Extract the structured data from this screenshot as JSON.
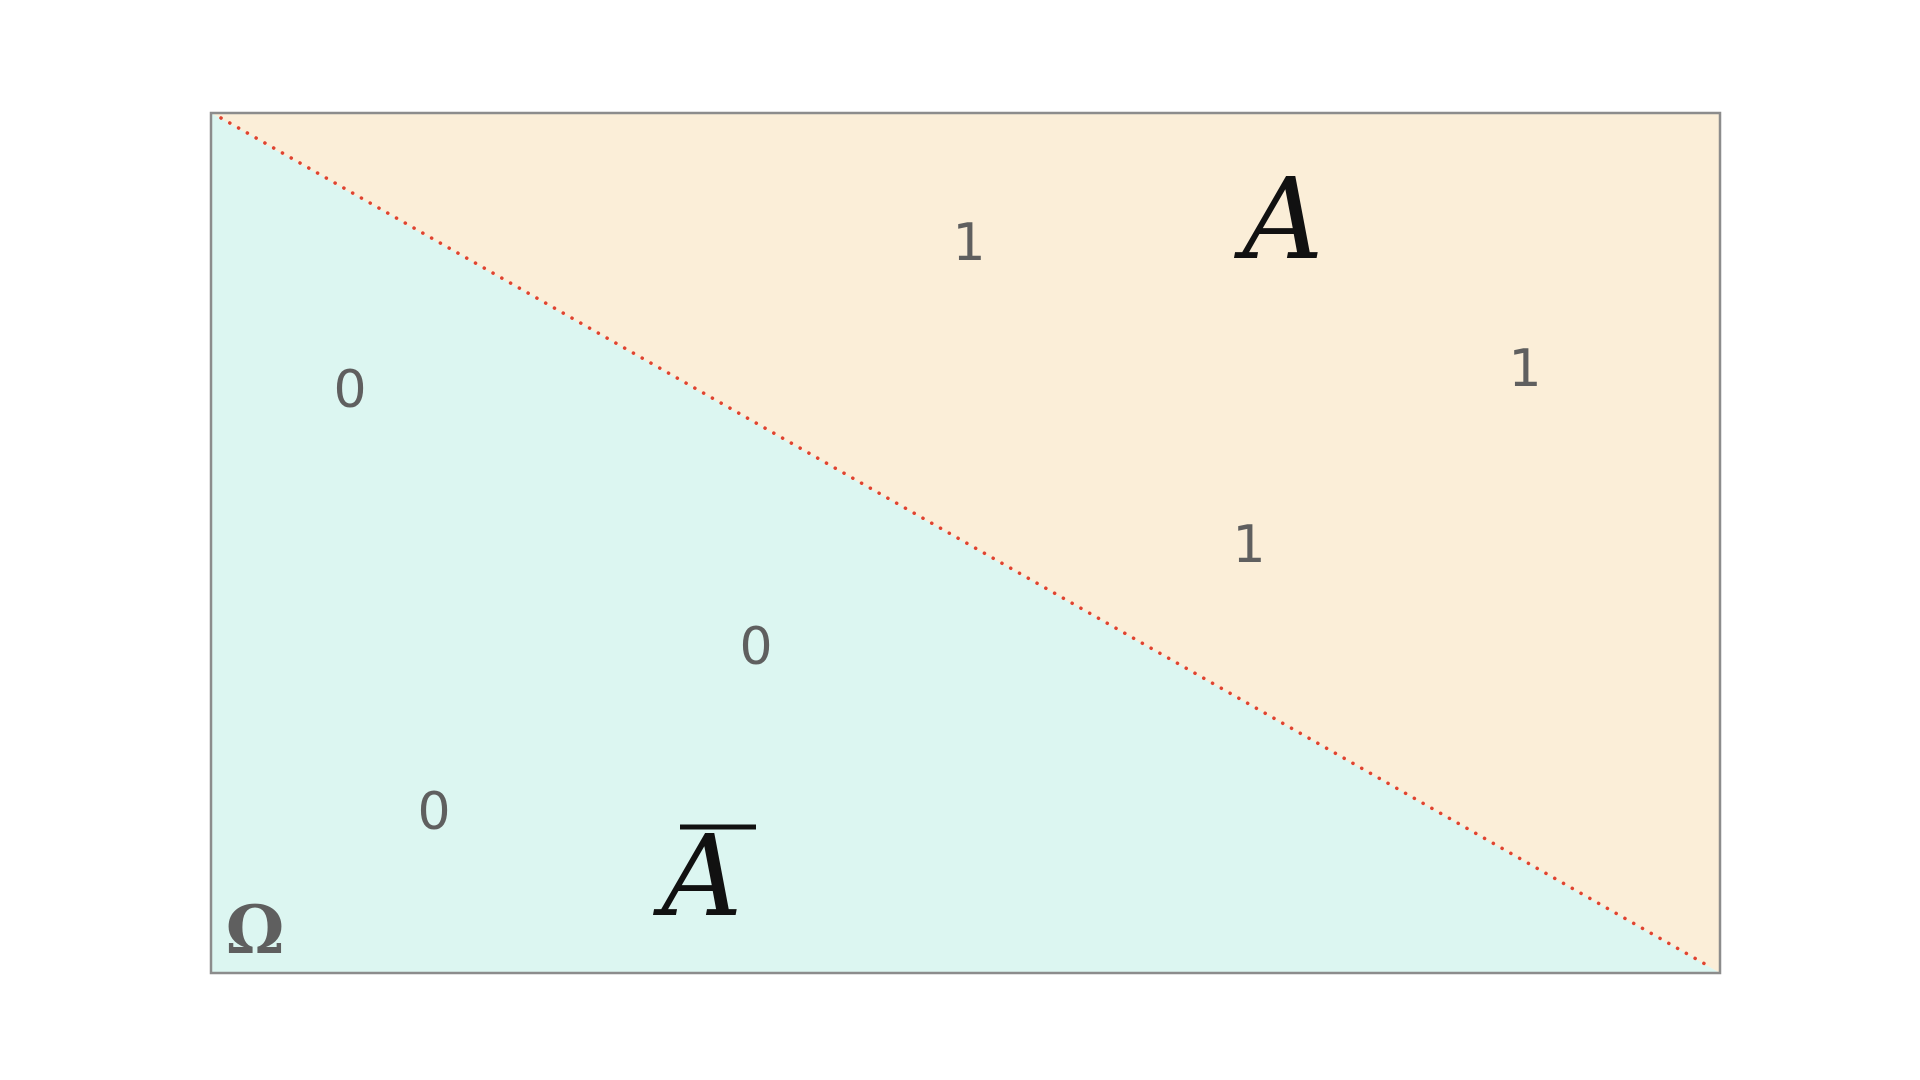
{
  "colors": {
    "background": "#ffffff",
    "region_a": "#fbeed8",
    "region_a_complement": "#dcf6f1",
    "frame": "#8c8c8c",
    "boundary_line": "#e0432f",
    "number_text": "#5f5f5f",
    "set_label_text": "#111111"
  },
  "labels": {
    "set_a": "A",
    "set_a_complement": "A",
    "universe": "Ω"
  },
  "points_in_a": [
    "1",
    "1",
    "1"
  ],
  "points_in_complement": [
    "0",
    "0",
    "0"
  ]
}
